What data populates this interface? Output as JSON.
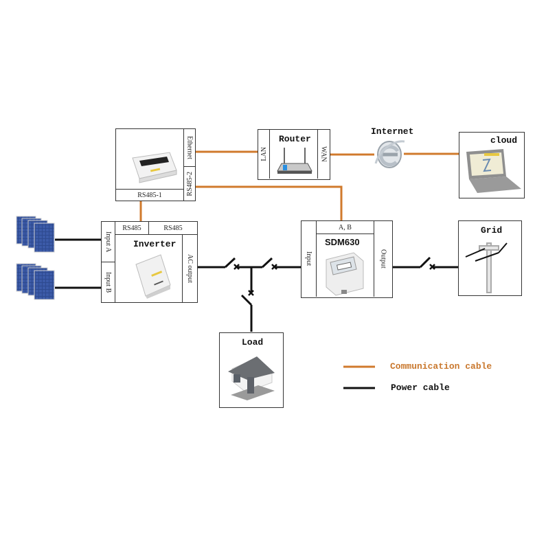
{
  "colors": {
    "communication": "#d07a2c",
    "power": "#111111"
  },
  "datalogger": {
    "port_ethernet": "Ethernet",
    "port_rs485_2": "RS485-2",
    "port_rs485_1": "RS485-1"
  },
  "router": {
    "title": "Router",
    "port_lan": "LAN",
    "port_wan": "WAN"
  },
  "internet": {
    "label": "Internet"
  },
  "cloud": {
    "label": "cloud"
  },
  "inverter": {
    "title": "Inverter",
    "port_rs485_a": "RS485",
    "port_rs485_b": "RS485",
    "input_a": "Input A",
    "input_b": "Input B",
    "ac_output": "AC output"
  },
  "meter": {
    "title": "SDM630",
    "port_ab": "A, B",
    "input": "Input",
    "output": "Output"
  },
  "grid": {
    "label": "Grid"
  },
  "load": {
    "label": "Load"
  },
  "legend": {
    "communication": "Communication cable",
    "power": "Power cable"
  }
}
